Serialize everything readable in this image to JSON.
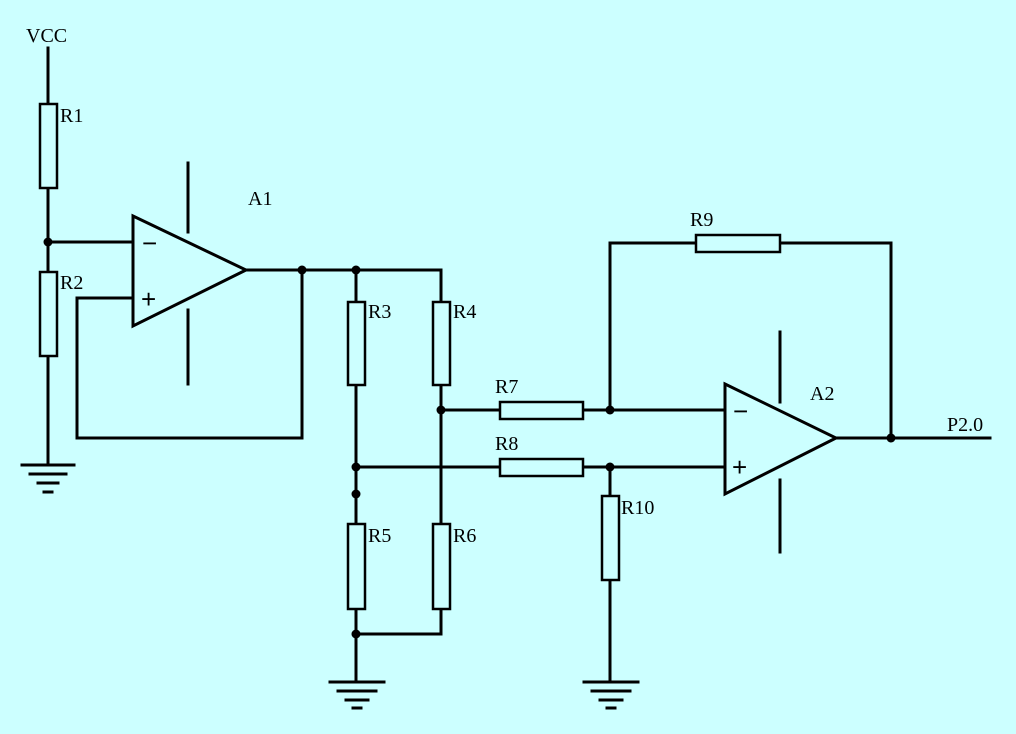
{
  "supply": {
    "label": "VCC"
  },
  "amplifiers": {
    "a1": {
      "label": "A1",
      "inverting_sign": "−",
      "noninverting_sign": "+"
    },
    "a2": {
      "label": "A2",
      "inverting_sign": "−",
      "noninverting_sign": "+"
    }
  },
  "resistors": {
    "r1": "R1",
    "r2": "R2",
    "r3": "R3",
    "r4": "R4",
    "r5": "R5",
    "r6": "R6",
    "r7": "R7",
    "r8": "R8",
    "r9": "R9",
    "r10": "R10"
  },
  "output": {
    "label": "P2.0"
  },
  "colors": {
    "background": "#CCFFFF",
    "ink": "#000000"
  }
}
